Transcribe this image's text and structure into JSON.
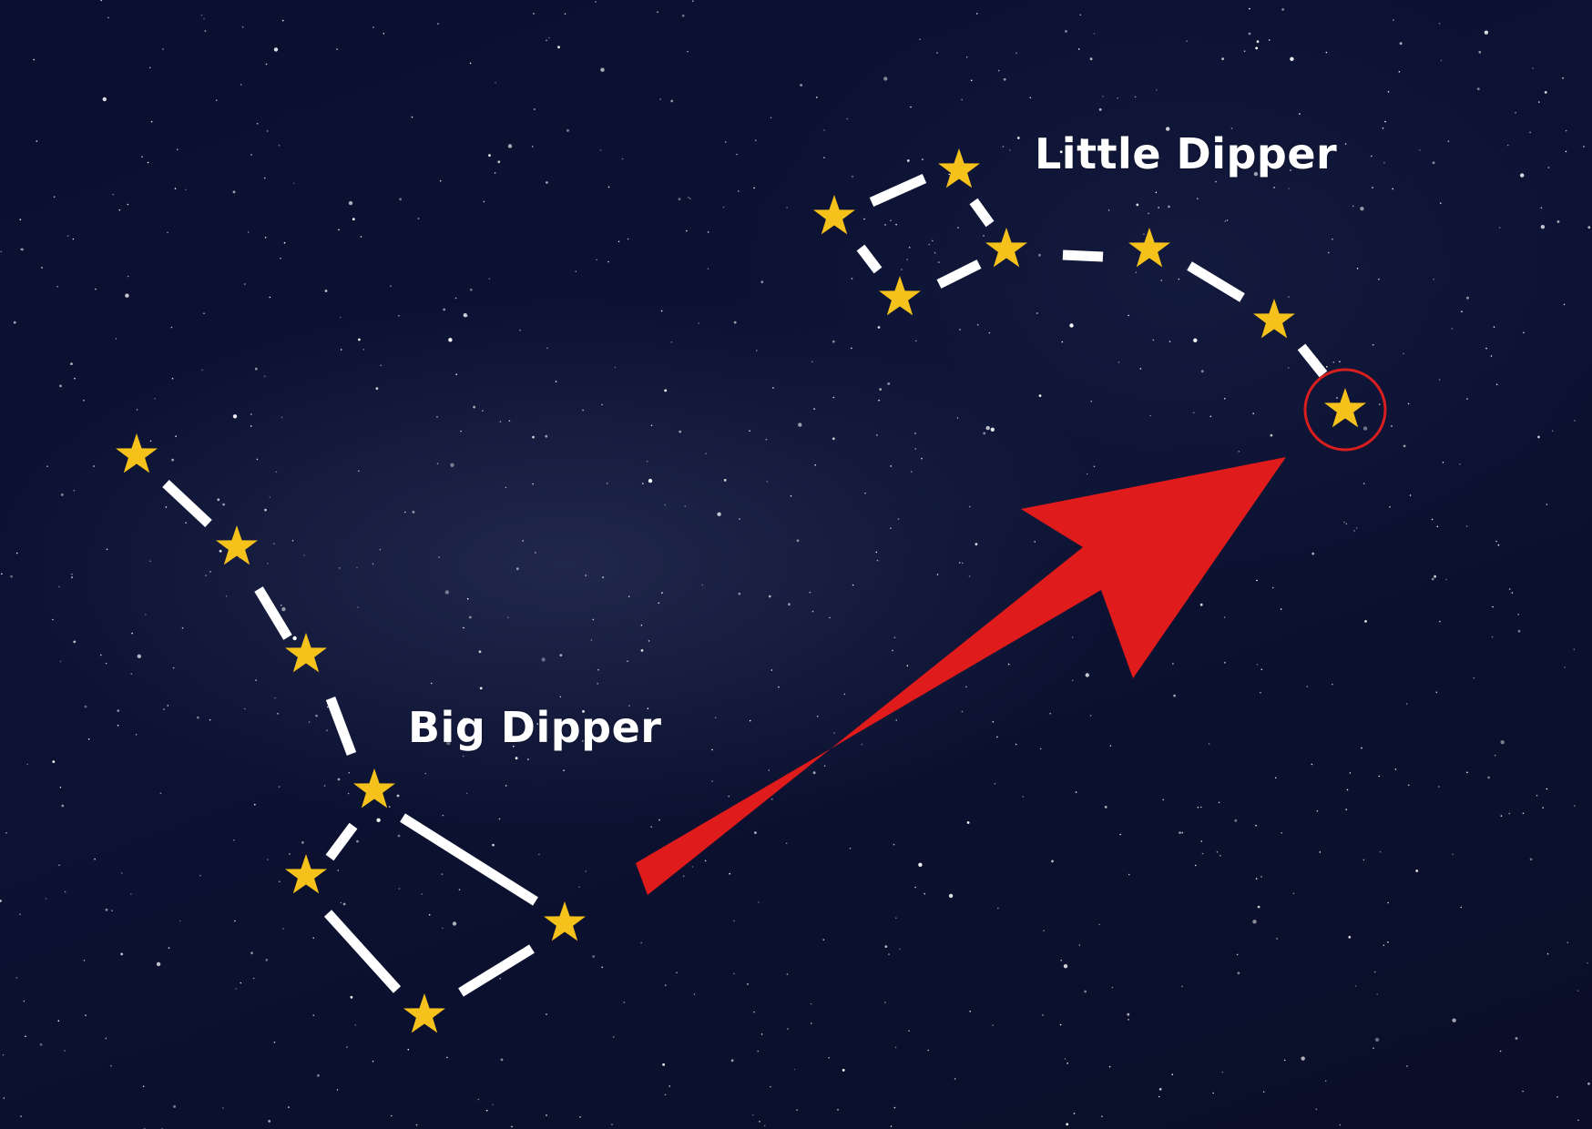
{
  "labels": {
    "little_dipper": "Little Dipper",
    "big_dipper": "Big Dipper"
  },
  "colors": {
    "sky": "#0b1030",
    "star": "#f5c21b",
    "line": "#ffffff",
    "arrow": "#e01b1b",
    "highlight_ring": "#d81e1e"
  },
  "icons": {
    "star": "star-icon",
    "arrow": "pointer-arrow"
  }
}
